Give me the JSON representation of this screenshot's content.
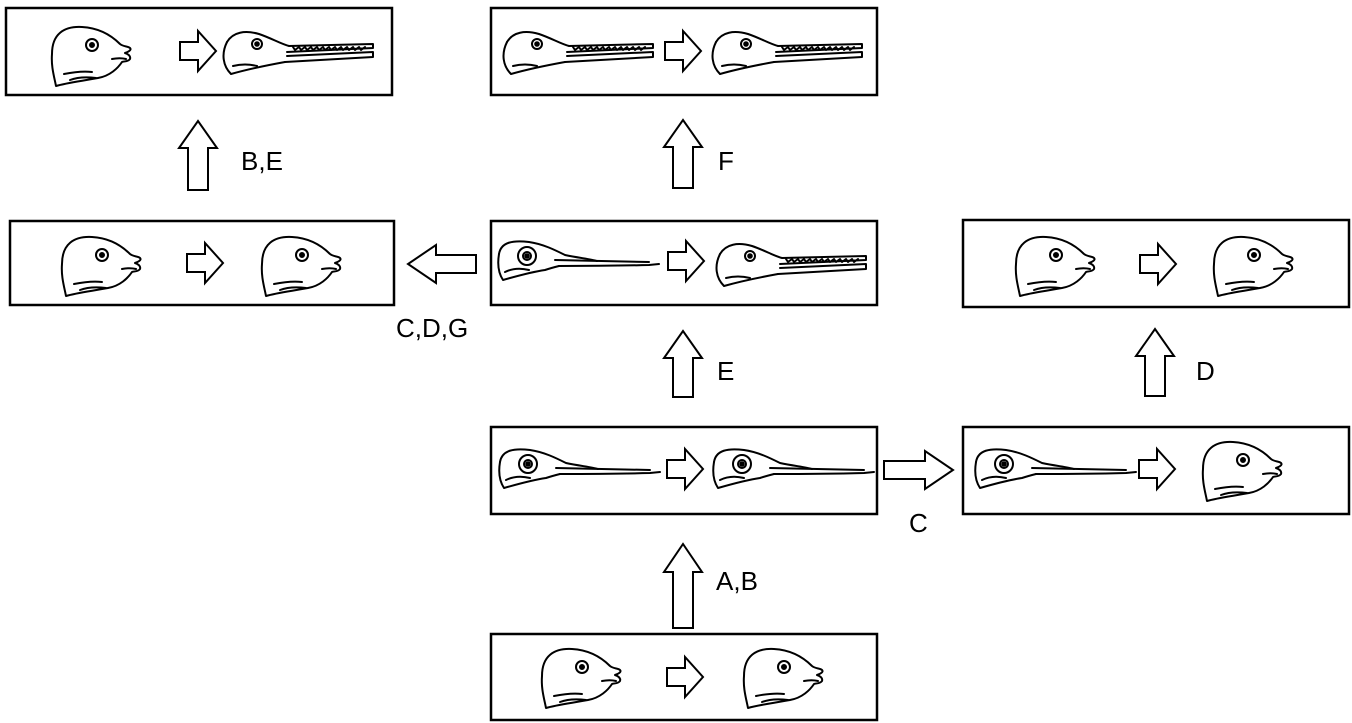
{
  "labels": {
    "ab": "A,B",
    "e": "E",
    "f": "F",
    "be": "B,E",
    "cdg": "C,D,G",
    "c": "C",
    "d": "D"
  },
  "panels": [
    {
      "id": "bottom",
      "before": "short-jaw-head",
      "after": "short-jaw-head"
    },
    {
      "id": "mid-low",
      "before": "halfbeak-head",
      "after": "halfbeak-head"
    },
    {
      "id": "right-low",
      "before": "halfbeak-head",
      "after": "short-jaw-head"
    },
    {
      "id": "mid",
      "before": "halfbeak-head",
      "after": "needlefish-head"
    },
    {
      "id": "left-mid",
      "before": "short-jaw-head",
      "after": "short-jaw-head"
    },
    {
      "id": "right-mid",
      "before": "short-jaw-head",
      "after": "short-jaw-head"
    },
    {
      "id": "top-mid",
      "before": "needlefish-head",
      "after": "needlefish-head"
    },
    {
      "id": "top-left",
      "before": "short-jaw-head",
      "after": "needlefish-head"
    }
  ]
}
